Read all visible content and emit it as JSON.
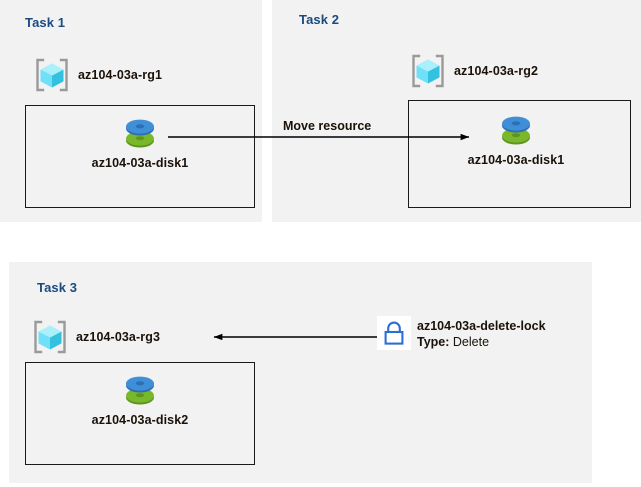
{
  "diagram": {
    "title": "Azure resource group move and delete lock diagram",
    "background": "#ffffff",
    "panel_background": "#f2f2f2",
    "title_color": "#1b4a80",
    "label_color": "#1a1208",
    "line_color": "#000000"
  },
  "tasks": [
    {
      "id": "task1",
      "title": "Task 1",
      "resource_group": {
        "name": "az104-03a-rg1",
        "icon": "resource-group-icon"
      },
      "resources": [
        {
          "name": "az104-03a-disk1",
          "icon": "managed-disk-icon"
        }
      ]
    },
    {
      "id": "task2",
      "title": "Task 2",
      "resource_group": {
        "name": "az104-03a-rg2",
        "icon": "resource-group-icon"
      },
      "resources": [
        {
          "name": "az104-03a-disk1",
          "icon": "managed-disk-icon"
        }
      ]
    },
    {
      "id": "task3",
      "title": "Task 3",
      "resource_group": {
        "name": "az104-03a-rg3",
        "icon": "resource-group-icon"
      },
      "resources": [
        {
          "name": "az104-03a-disk2",
          "icon": "managed-disk-icon"
        }
      ],
      "lock": {
        "name": "az104-03a-delete-lock",
        "type_label": "Type:",
        "type_value": "Delete",
        "icon": "lock-icon"
      }
    }
  ],
  "connectors": [
    {
      "id": "move-resource",
      "label": "Move resource",
      "from": "az104-03a-disk1 (Task 1)",
      "to": "az104-03a-disk1 (Task 2)",
      "direction": "right"
    },
    {
      "id": "lock-applies-to",
      "label": "",
      "from": "az104-03a-delete-lock",
      "to": "az104-03a-rg3",
      "direction": "left"
    }
  ],
  "icon_colors": {
    "resource_group_cube_light": "#7fe3f7",
    "resource_group_cube_mid": "#4fd8f0",
    "resource_group_cube_dark": "#2fb5d6",
    "resource_group_bracket": "#9a9a9a",
    "disk_blue": "#3f8fd8",
    "disk_blue_dark": "#2d6fb0",
    "disk_green": "#7ab82b",
    "disk_green_dark": "#5f9420",
    "lock_stroke": "#2b6fd4"
  }
}
